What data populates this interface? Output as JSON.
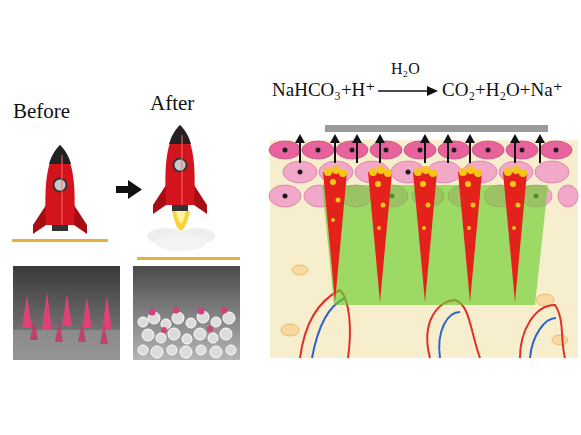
{
  "diagram": {
    "labels": [
      "Before",
      "After",
      "NaHCO₃+H⁺",
      "H₂O",
      "CO₂+H₂O+Na⁺"
    ]
  }
}
